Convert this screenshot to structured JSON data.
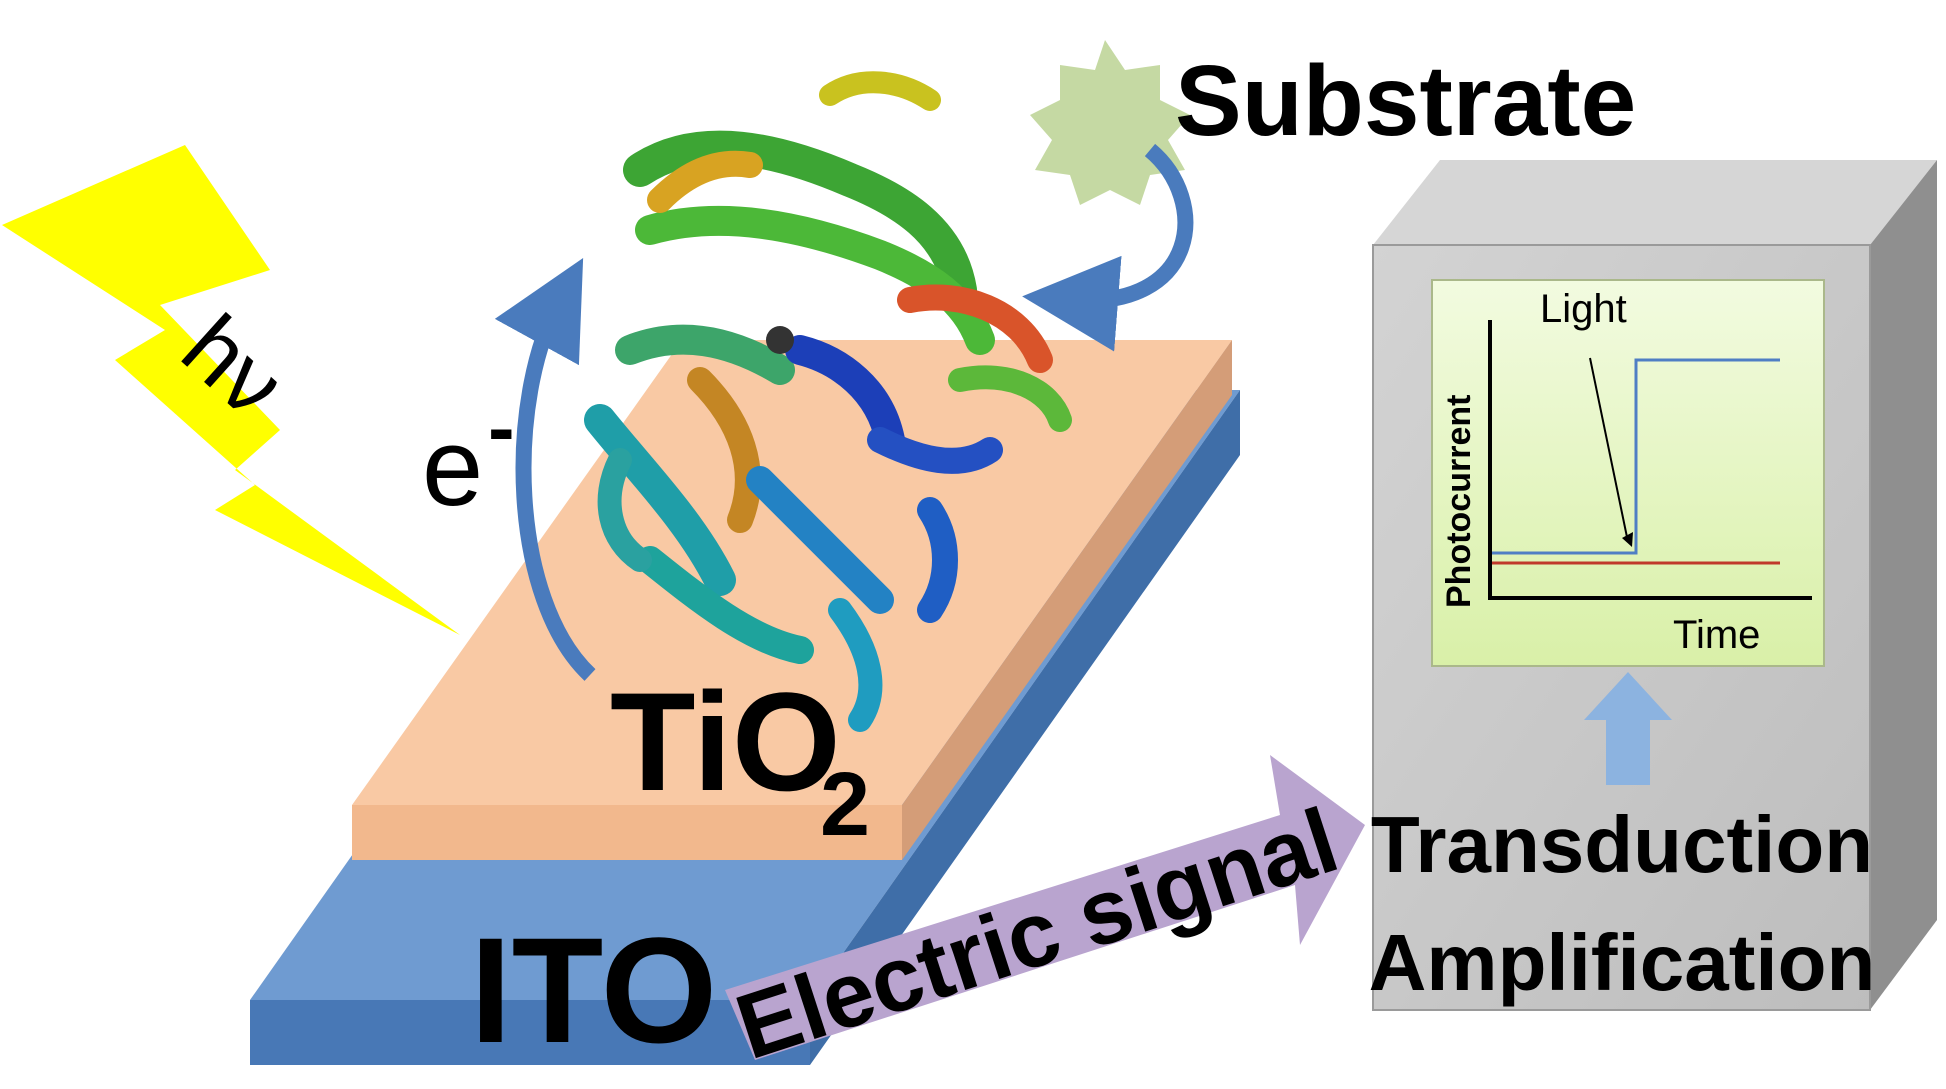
{
  "labels": {
    "photon": "hν",
    "electron": "e",
    "electron_sup": "-",
    "substrate": "Substrate",
    "tio2_main": "TiO",
    "tio2_sub": "2",
    "ito": "ITO",
    "signal": "Electric signal",
    "transduction": "Transduction",
    "amplification": "Amplification"
  },
  "chart_data": {
    "type": "line",
    "ylabel": "Photocurrent",
    "xlabel": "Time",
    "annotation": "Light",
    "series": [
      {
        "color": "#4f7ec4",
        "shape": "step",
        "level": "low then high after light"
      },
      {
        "color": "#c0392b",
        "shape": "flat",
        "level": "constant"
      }
    ]
  },
  "colors": {
    "lightning": "#ffff00",
    "tio2_top": "#f9c9a4",
    "tio2_side": "#d49d78",
    "ito_top": "#6f9bd1",
    "ito_side": "#3f6ea8",
    "substrate_star": "#c5d9a3",
    "signal_arrow": "#b9a4cf",
    "device_face": "#c8c8c8",
    "device_side": "#8f8f8f",
    "screen_bg": "#e8f7c8",
    "up_arrow": "#8cb3e0",
    "curved_arrow": "#4a7bbd"
  }
}
